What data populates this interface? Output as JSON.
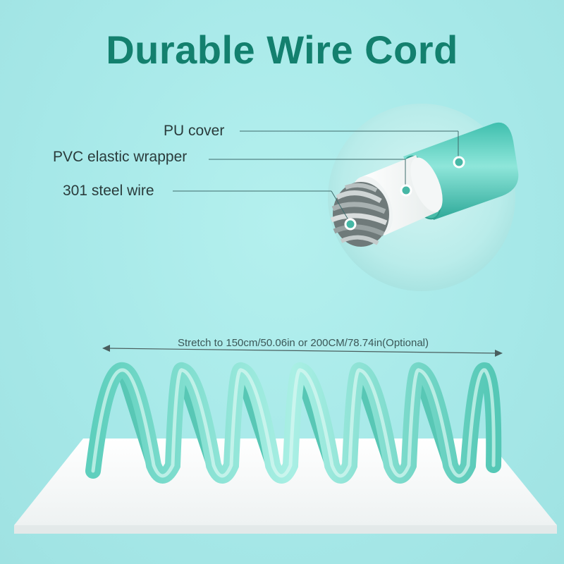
{
  "title": "Durable Wire Cord",
  "labels": {
    "pu_cover": "PU cover",
    "pvc_wrapper": "PVC elastic wrapper",
    "steel_wire": "301 steel wire"
  },
  "stretch_text": "Stretch to 150cm/50.06in or 200CM/78.74in(Optional)",
  "colors": {
    "title": "#13806e",
    "background": "#a9ebeb",
    "cord": "#6fd6c4"
  }
}
